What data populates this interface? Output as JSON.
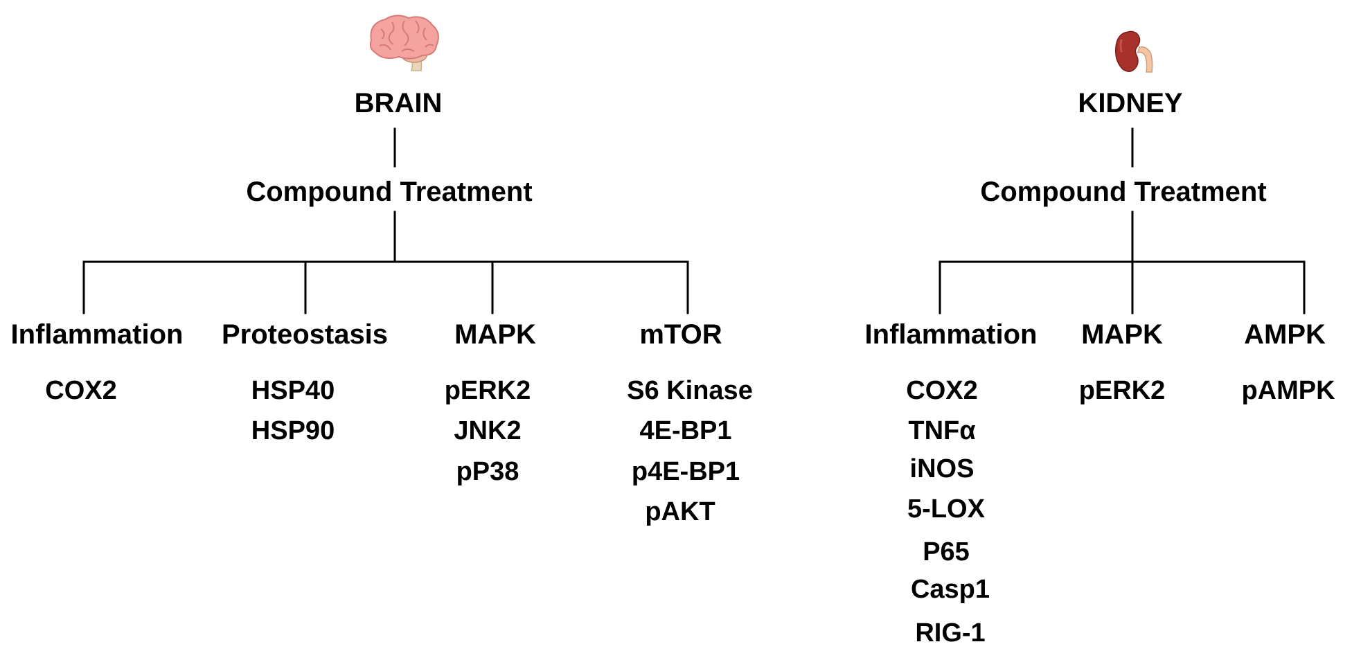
{
  "panels": [
    {
      "id": "brain",
      "icon": "brain-icon",
      "tissue": "BRAIN",
      "treatment": "Compound Treatment",
      "branches": [
        {
          "category": "Inflammation",
          "markers": [
            "COX2"
          ]
        },
        {
          "category": "Proteostasis",
          "markers": [
            "HSP40",
            "HSP90"
          ]
        },
        {
          "category": "MAPK",
          "markers": [
            "pERK2",
            "JNK2",
            "pP38"
          ]
        },
        {
          "category": "mTOR",
          "markers": [
            "S6 Kinase",
            "4E-BP1",
            "p4E-BP1",
            "pAKT"
          ]
        }
      ]
    },
    {
      "id": "kidney",
      "icon": "kidney-icon",
      "tissue": "KIDNEY",
      "treatment": "Compound Treatment",
      "branches": [
        {
          "category": "Inflammation",
          "markers": [
            "COX2",
            "TNFα",
            "iNOS",
            "5-LOX",
            "P65",
            "Casp1",
            "RIG-1"
          ]
        },
        {
          "category": "MAPK",
          "markers": [
            "pERK2"
          ]
        },
        {
          "category": "AMPK",
          "markers": [
            "pAMPK"
          ]
        }
      ]
    }
  ],
  "colors": {
    "text": "#000000",
    "line": "#000000",
    "brain_fill": "#f4a3a0",
    "brain_stem": "#e9d6b8",
    "kidney_fill": "#a8312c",
    "kidney_tube": "#f1c7a6"
  }
}
